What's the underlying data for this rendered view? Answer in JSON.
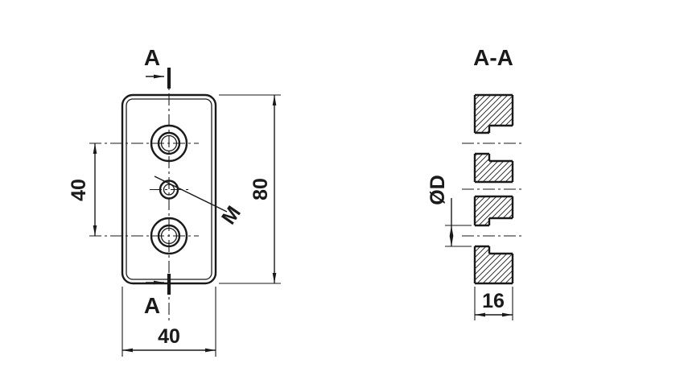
{
  "drawing": {
    "background": "#ffffff",
    "line_color": "#1a1a1a",
    "front_view": {
      "cutting_plane_label_top": "A",
      "cutting_plane_label_bottom": "A",
      "dim_hole_spacing": "40",
      "dim_height": "80",
      "dim_width": "40",
      "thread_label": "M"
    },
    "section_view": {
      "title": "A-A",
      "dim_thickness": "16",
      "dim_bore_diameter": "ØD"
    }
  }
}
